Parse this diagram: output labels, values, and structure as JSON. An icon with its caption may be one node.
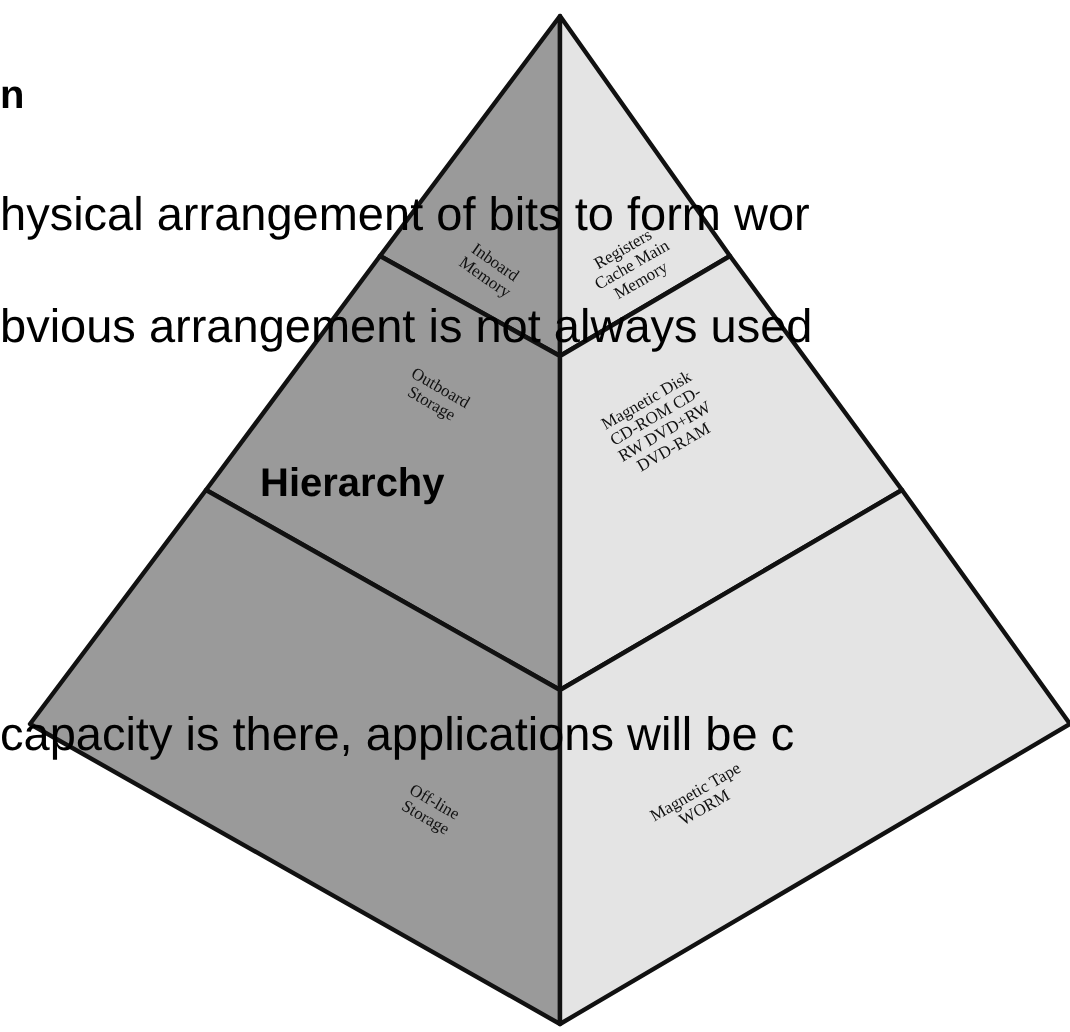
{
  "diagram": {
    "nodes": [
      {
        "text": [
          "Inboard Memory"
        ]
      },
      {
        "text": [
          "Registers Cache Main Memory"
        ]
      },
      {
        "text": [
          "Outboard Storage"
        ]
      },
      {
        "text": [
          "Magnetic Disk CD-ROM CD-RW DVD+RW DVD-RAM"
        ]
      },
      {
        "text": [
          "Off-line Storage"
        ]
      },
      {
        "text": [
          "Magnetic Tape WORM"
        ]
      }
    ],
    "labels": [
      "n",
      "hysical arrangement of bits to form wor",
      "bvious arrangement is not always used",
      "Hierarchy",
      "capacity is there, applications will be c"
    ]
  }
}
